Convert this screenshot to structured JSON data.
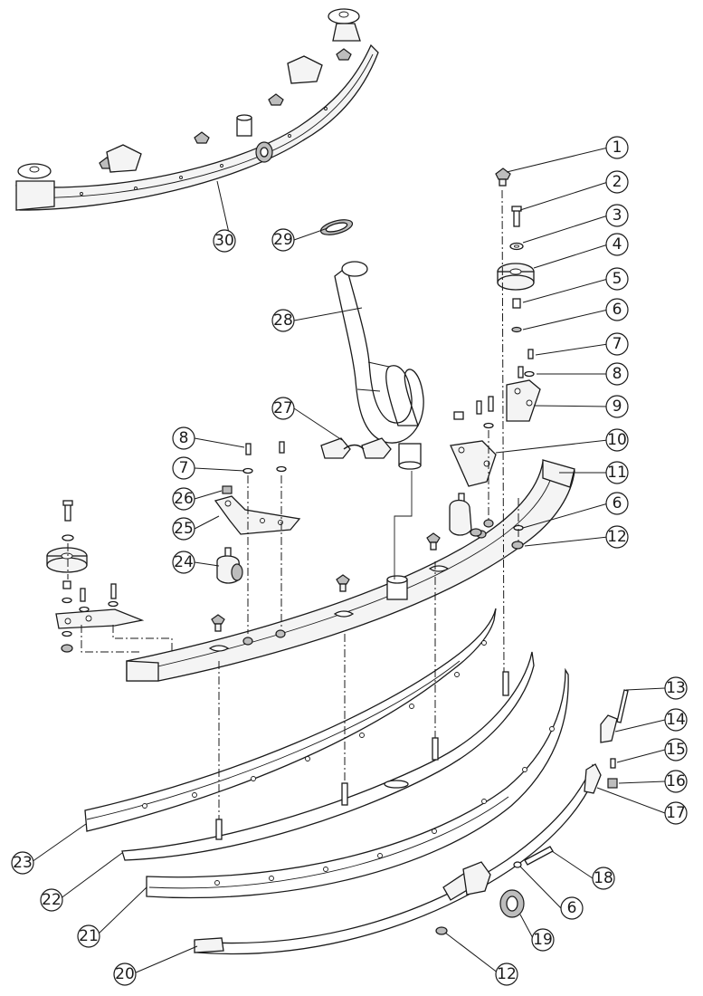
{
  "callouts": [
    "1",
    "2",
    "3",
    "4",
    "5",
    "6",
    "7",
    "8",
    "9",
    "10",
    "11",
    "6",
    "12",
    "13",
    "14",
    "15",
    "16",
    "17",
    "18",
    "6",
    "19",
    "12",
    "20",
    "21",
    "22",
    "23",
    "24",
    "25",
    "26",
    "7",
    "8",
    "27",
    "28",
    "29",
    "30"
  ],
  "colors": {
    "line": "#1a1a1a",
    "background": "#ffffff",
    "fill": "#f4f4f4",
    "shade": "#bdbdbd"
  }
}
